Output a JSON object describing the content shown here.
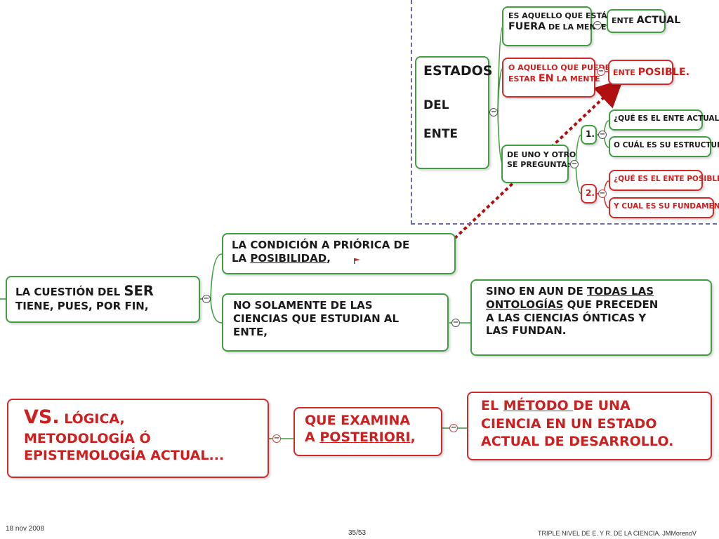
{
  "top_diagram": {
    "estados": [
      "ESTADOS",
      "DEL",
      "ENTE"
    ],
    "fuera": [
      "ES AQUELLO QUE ESTÁ",
      "FUERA",
      " DE LA MENTE"
    ],
    "ente_actual": [
      "ENTE ",
      "ACTUAL"
    ],
    "en_mente": [
      "O AQUELLO QUE PUEDE",
      "ESTAR ",
      "EN",
      " LA MENTE"
    ],
    "ente_posible": [
      "ENTE ",
      "POSIBLE."
    ],
    "pregunta": [
      "DE UNO Y OTRO",
      "SE PREGUNTA:"
    ],
    "n1": "1.",
    "n2": "2.",
    "q1a": "¿QUÉ ES EL ENTE ACTUAL",
    "q1b": "O CUÁL ES SU ESTRUCTURA?",
    "q2a": "¿QUÉ ES EL ENTE POSIBLE",
    "q2b": "Y CUAL ES SU FUNDAMENTO?"
  },
  "middle_diagram": {
    "cuestion": [
      "LA CUESTIÓN DEL ",
      "SER",
      "TIENE, PUES, POR FIN,"
    ],
    "condicion": [
      "LA CONDICIÓN A PRIÓRICA DE",
      "LA ",
      "POSIBILIDAD",
      ","
    ],
    "no_solamente": [
      "NO SOLAMENTE DE LAS",
      "CIENCIAS QUE ESTUDIAN AL",
      "ENTE,"
    ],
    "sino": [
      "SINO EN AUN DE ",
      "TODAS LAS",
      "ONTOLOGÍAS",
      " QUE PRECEDEN",
      "A LAS CIENCIAS ÓNTICAS Y",
      "LAS FUNDAN."
    ]
  },
  "bottom_diagram": {
    "vs": [
      "VS.",
      " LÓGICA,",
      "METODOLOGÍA ó",
      "EPISTEMOLOGÍA ACTUAL..."
    ],
    "examina": [
      "QUE EXAMINA",
      "A ",
      "POSTERIORI",
      ","
    ],
    "metodo": [
      "EL ",
      "MÉTODO ",
      "DE UNA",
      "CIENCIA EN UN ESTADO",
      "ACTUAL DE DESARROLLO."
    ]
  },
  "footer": {
    "date": "18 nov 2008",
    "page": "35/53",
    "credit": "TRIPLE NIVEL DE E. Y R. DE LA CIENCIA.  JMMorenoV"
  },
  "colors": {
    "green": "#3f9e3f",
    "red": "#d22a2a",
    "arrow": "#b01010",
    "dashed": "#6a6aaa"
  },
  "icons": {
    "collapse": "minus-circle-icon",
    "flag": "flag-icon"
  }
}
